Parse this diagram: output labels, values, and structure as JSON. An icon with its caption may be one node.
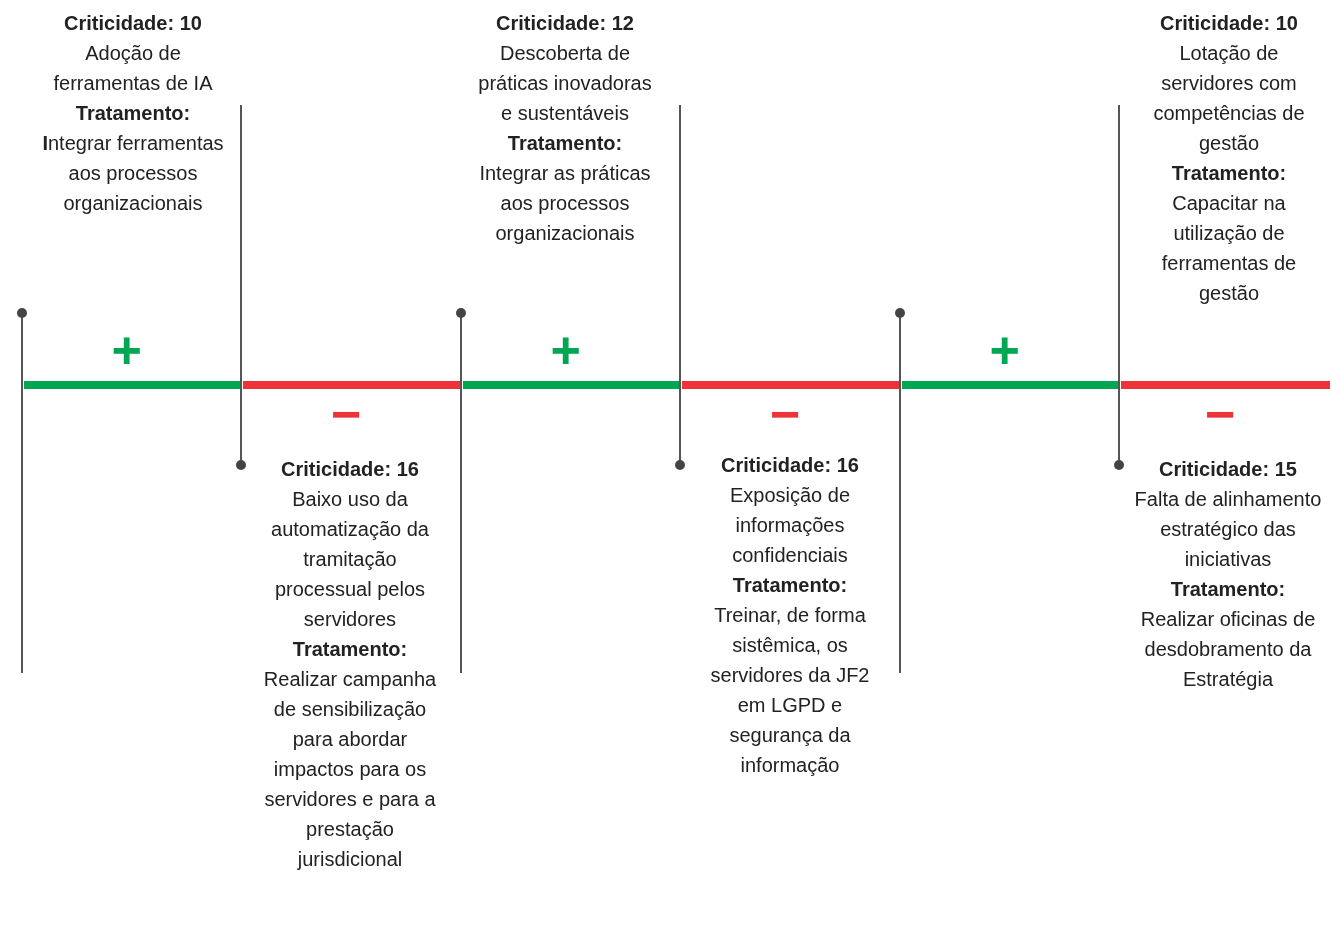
{
  "diagram": {
    "nodes": [
      {
        "text": [
          "Criticidade: 10",
          "Adoção de ferramentas de IA",
          "Tratamento:",
          "**I**ntegrar ferramentas aos processos organizacionais"
        ]
      },
      {
        "text": [
          "Criticidade: 16",
          "Baixo uso da automatização da tramitação processual pelos servidores",
          "Tratamento:",
          "Realizar campanha de sensibilização para abordar impactos para os servidores e para a prestação jurisdicional"
        ]
      },
      {
        "text": [
          "Criticidade: 12",
          "Descoberta de práticas inovadoras e sustentáveis",
          "Tratamento:",
          "Integrar as práticas aos processos organizacionais"
        ]
      },
      {
        "text": [
          "Criticidade: 16",
          "Exposição de informações confidenciais",
          "Tratamento:",
          "Treinar, de forma  sistêmica, os servidores da JF2 em LGPD e segurança da informação"
        ]
      },
      {
        "text": [
          "Criticidade: 10",
          "Lotação de servidores com competências de gestão",
          "Tratamento:",
          "Capacitar na utilização de ferramentas de gestão"
        ]
      },
      {
        "text": [
          "Criticidade: 15",
          "Falta de alinhamento estratégico das iniciativas",
          "Tratamento:",
          "Realizar oficinas de desdobramento da Estratégia"
        ]
      }
    ],
    "labels": [
      "+",
      "−",
      "+",
      "−",
      "+",
      "−"
    ]
  }
}
